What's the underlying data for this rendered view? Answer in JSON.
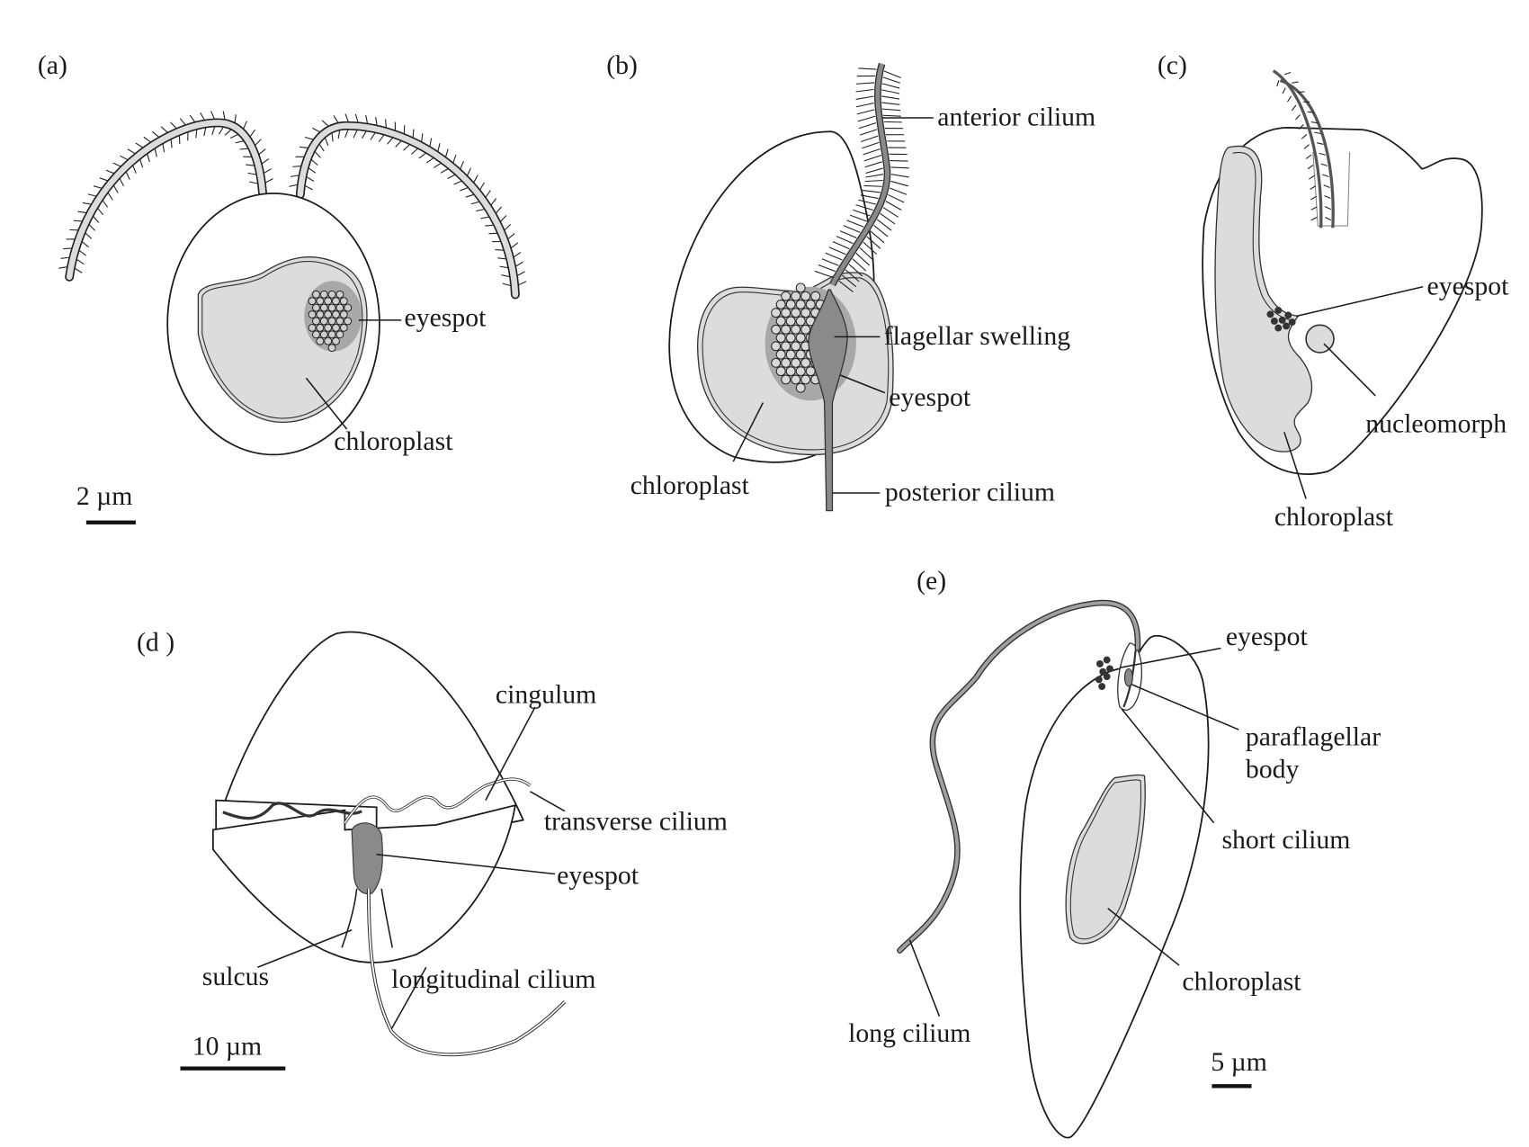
{
  "figure": {
    "panels": {
      "a": {
        "tag": "(a)",
        "labels": {
          "eyespot": "eyespot",
          "chloroplast": "chloroplast"
        },
        "scale": "2 µm"
      },
      "b": {
        "tag": "(b)",
        "labels": {
          "anterior_cilium": "anterior cilium",
          "flagellar_swelling": "flagellar swelling",
          "eyespot": "eyespot",
          "chloroplast": "chloroplast",
          "posterior_cilium": "posterior cilium"
        }
      },
      "c": {
        "tag": "(c)",
        "labels": {
          "eyespot": "eyespot",
          "nucleomorph": "nucleomorph",
          "chloroplast": "chloroplast"
        }
      },
      "d": {
        "tag": "(d )",
        "labels": {
          "cingulum": "cingulum",
          "transverse_cilium": "transverse cilium",
          "eyespot": "eyespot",
          "sulcus": "sulcus",
          "longitudinal_cilium": "longitudinal cilium"
        },
        "scale": "10 µm"
      },
      "e": {
        "tag": "(e)",
        "labels": {
          "eyespot": "eyespot",
          "paraflagellar_body_1": "paraflagellar",
          "paraflagellar_body_2": "body",
          "short_cilium": "short cilium",
          "chloroplast": "chloroplast",
          "long_cilium": "long cilium"
        },
        "scale": "5 µm"
      }
    },
    "colors": {
      "background": "#ffffff",
      "line": "#1a1a1a",
      "chloroplast_fill": "#dcdcdc",
      "eyespot_halo": "#a8a8a8",
      "cilium_fill": "#8a8a8a"
    }
  }
}
